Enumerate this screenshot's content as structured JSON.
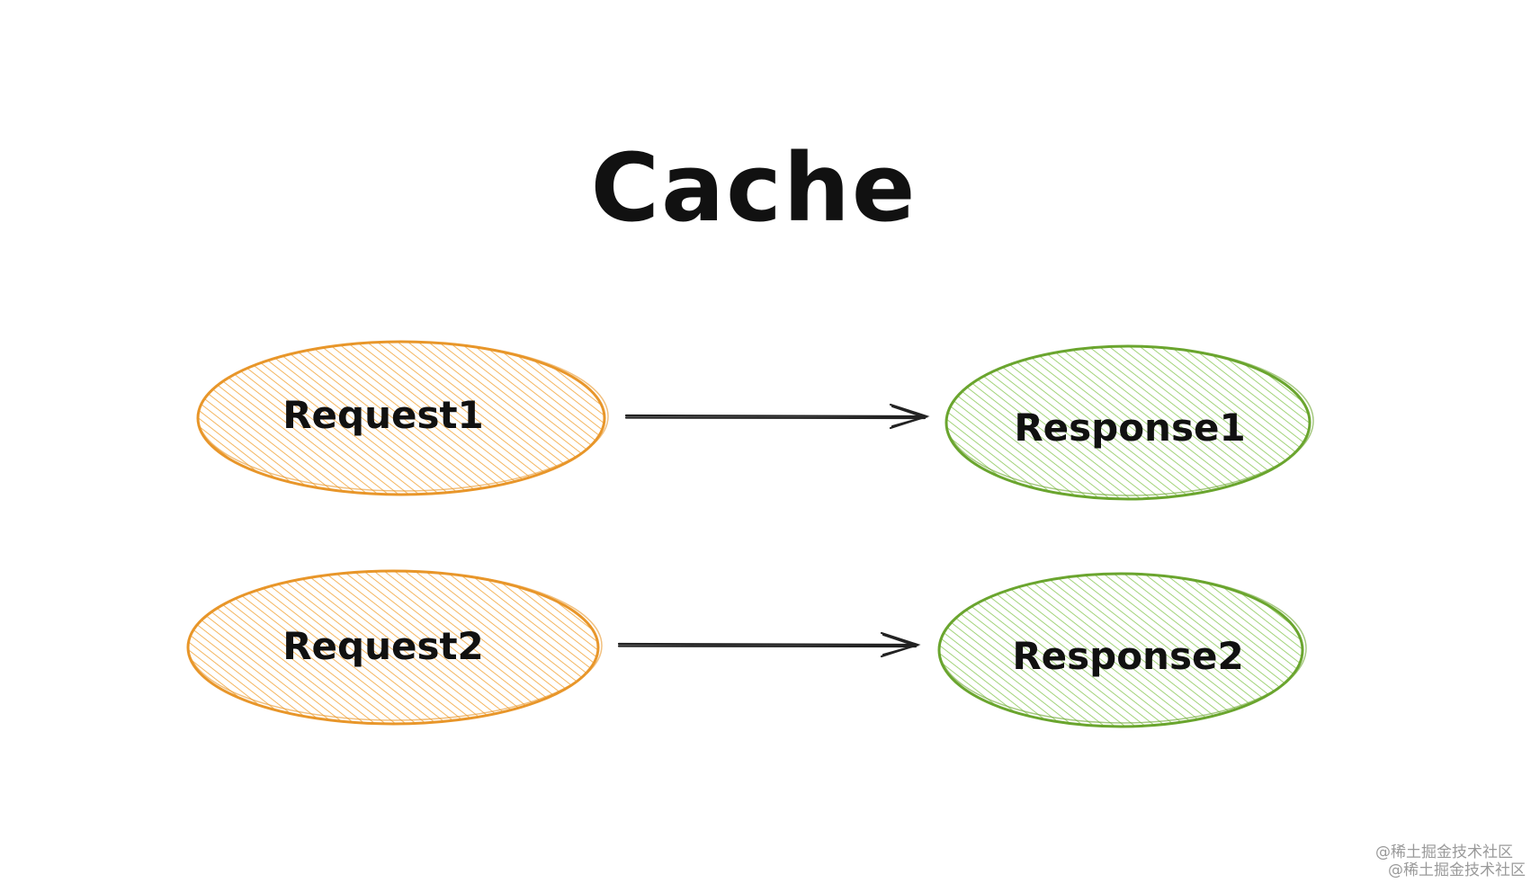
{
  "diagram": {
    "title": "Cache",
    "colors": {
      "request_stroke": "#e8962a",
      "request_hatch": "#f4b660",
      "response_stroke": "#6aa52e",
      "response_hatch": "#a3d37a",
      "arrow": "#222222",
      "text": "#111111"
    },
    "nodes": [
      {
        "id": "request1",
        "label": "Request1",
        "kind": "request"
      },
      {
        "id": "response1",
        "label": "Response1",
        "kind": "response"
      },
      {
        "id": "request2",
        "label": "Request2",
        "kind": "request"
      },
      {
        "id": "response2",
        "label": "Response2",
        "kind": "response"
      }
    ],
    "edges": [
      {
        "from": "request1",
        "to": "response1"
      },
      {
        "from": "request2",
        "to": "response2"
      }
    ]
  },
  "watermark": {
    "line1": "@稀土掘金技术社区",
    "line2": "@稀土掘金技术社区"
  }
}
